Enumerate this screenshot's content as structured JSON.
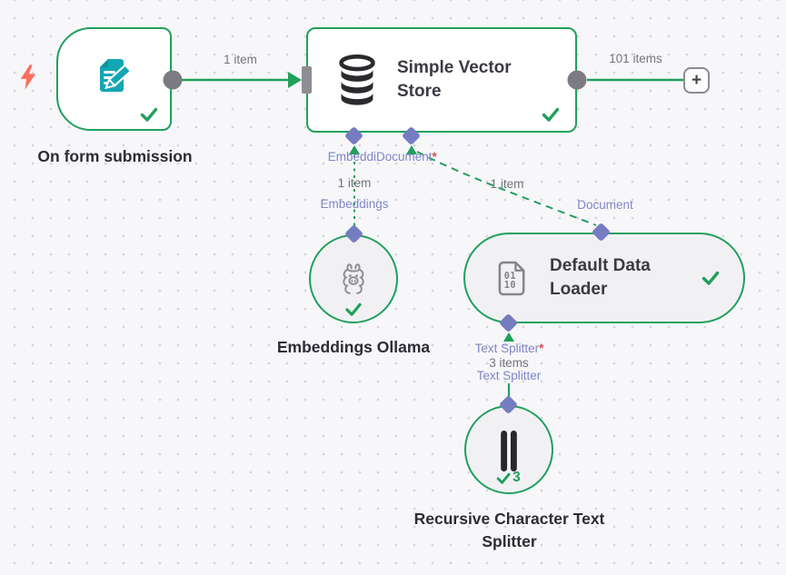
{
  "colors": {
    "node_green": "#20a05c",
    "port_purple": "#767cc1",
    "label_purple": "#8085c8",
    "items_gray": "#73747c",
    "text_dark": "#2c2d35",
    "required_red": "#e14b4b",
    "bolt_red": "#ff6d5e",
    "form_teal": "#13a6b3",
    "icon_dark": "#2b2b2f",
    "connector_gray": "#7b7b81",
    "subnode_fill": "#f1f1f4"
  },
  "nodes": {
    "form_trigger": {
      "label": "On form submission"
    },
    "vector_store": {
      "title": "Simple Vector Store"
    },
    "embeddings_ollama": {
      "label": "Embeddings Ollama"
    },
    "data_loader": {
      "title": "Default Data Loader",
      "icon_glyph_top": "01",
      "icon_glyph_bottom": "10"
    },
    "text_splitter": {
      "label": "Recursive Character Text Splitter",
      "run_count": "3"
    }
  },
  "ports": {
    "embeddings_truncated": "Embeddi",
    "document": "Document",
    "required_mark": "*",
    "embeddings_full": "Embeddings",
    "document_endpoint": "Document",
    "text_splitter": "Text Splitter",
    "text_splitter_endpoint": "Text Splitter"
  },
  "connections": {
    "form_to_store_items": "1 item",
    "store_output_items": "101 items",
    "embeddings_items": "1 item",
    "document_items": "1 item",
    "text_splitter_items": "3 items"
  },
  "add_button_glyph": "+"
}
